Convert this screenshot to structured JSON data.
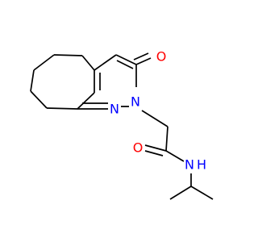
{
  "molecule": {
    "atoms": [
      {
        "id": "o1",
        "symbol": "O",
        "color": "#ff0000"
      },
      {
        "id": "n1",
        "symbol": "N",
        "color": "#0000ff"
      },
      {
        "id": "n2",
        "symbol": "N",
        "color": "#0000ff"
      },
      {
        "id": "o2",
        "symbol": "O",
        "color": "#ff0000"
      },
      {
        "id": "n3",
        "symbol": "N",
        "color": "#0000ff"
      },
      {
        "id": "h3",
        "symbol": "H",
        "color": "#0000ff"
      }
    ]
  },
  "colors": {
    "bond": "#000000",
    "oxygen": "#ff0000",
    "nitrogen": "#0000ff",
    "background": "#ffffff"
  }
}
